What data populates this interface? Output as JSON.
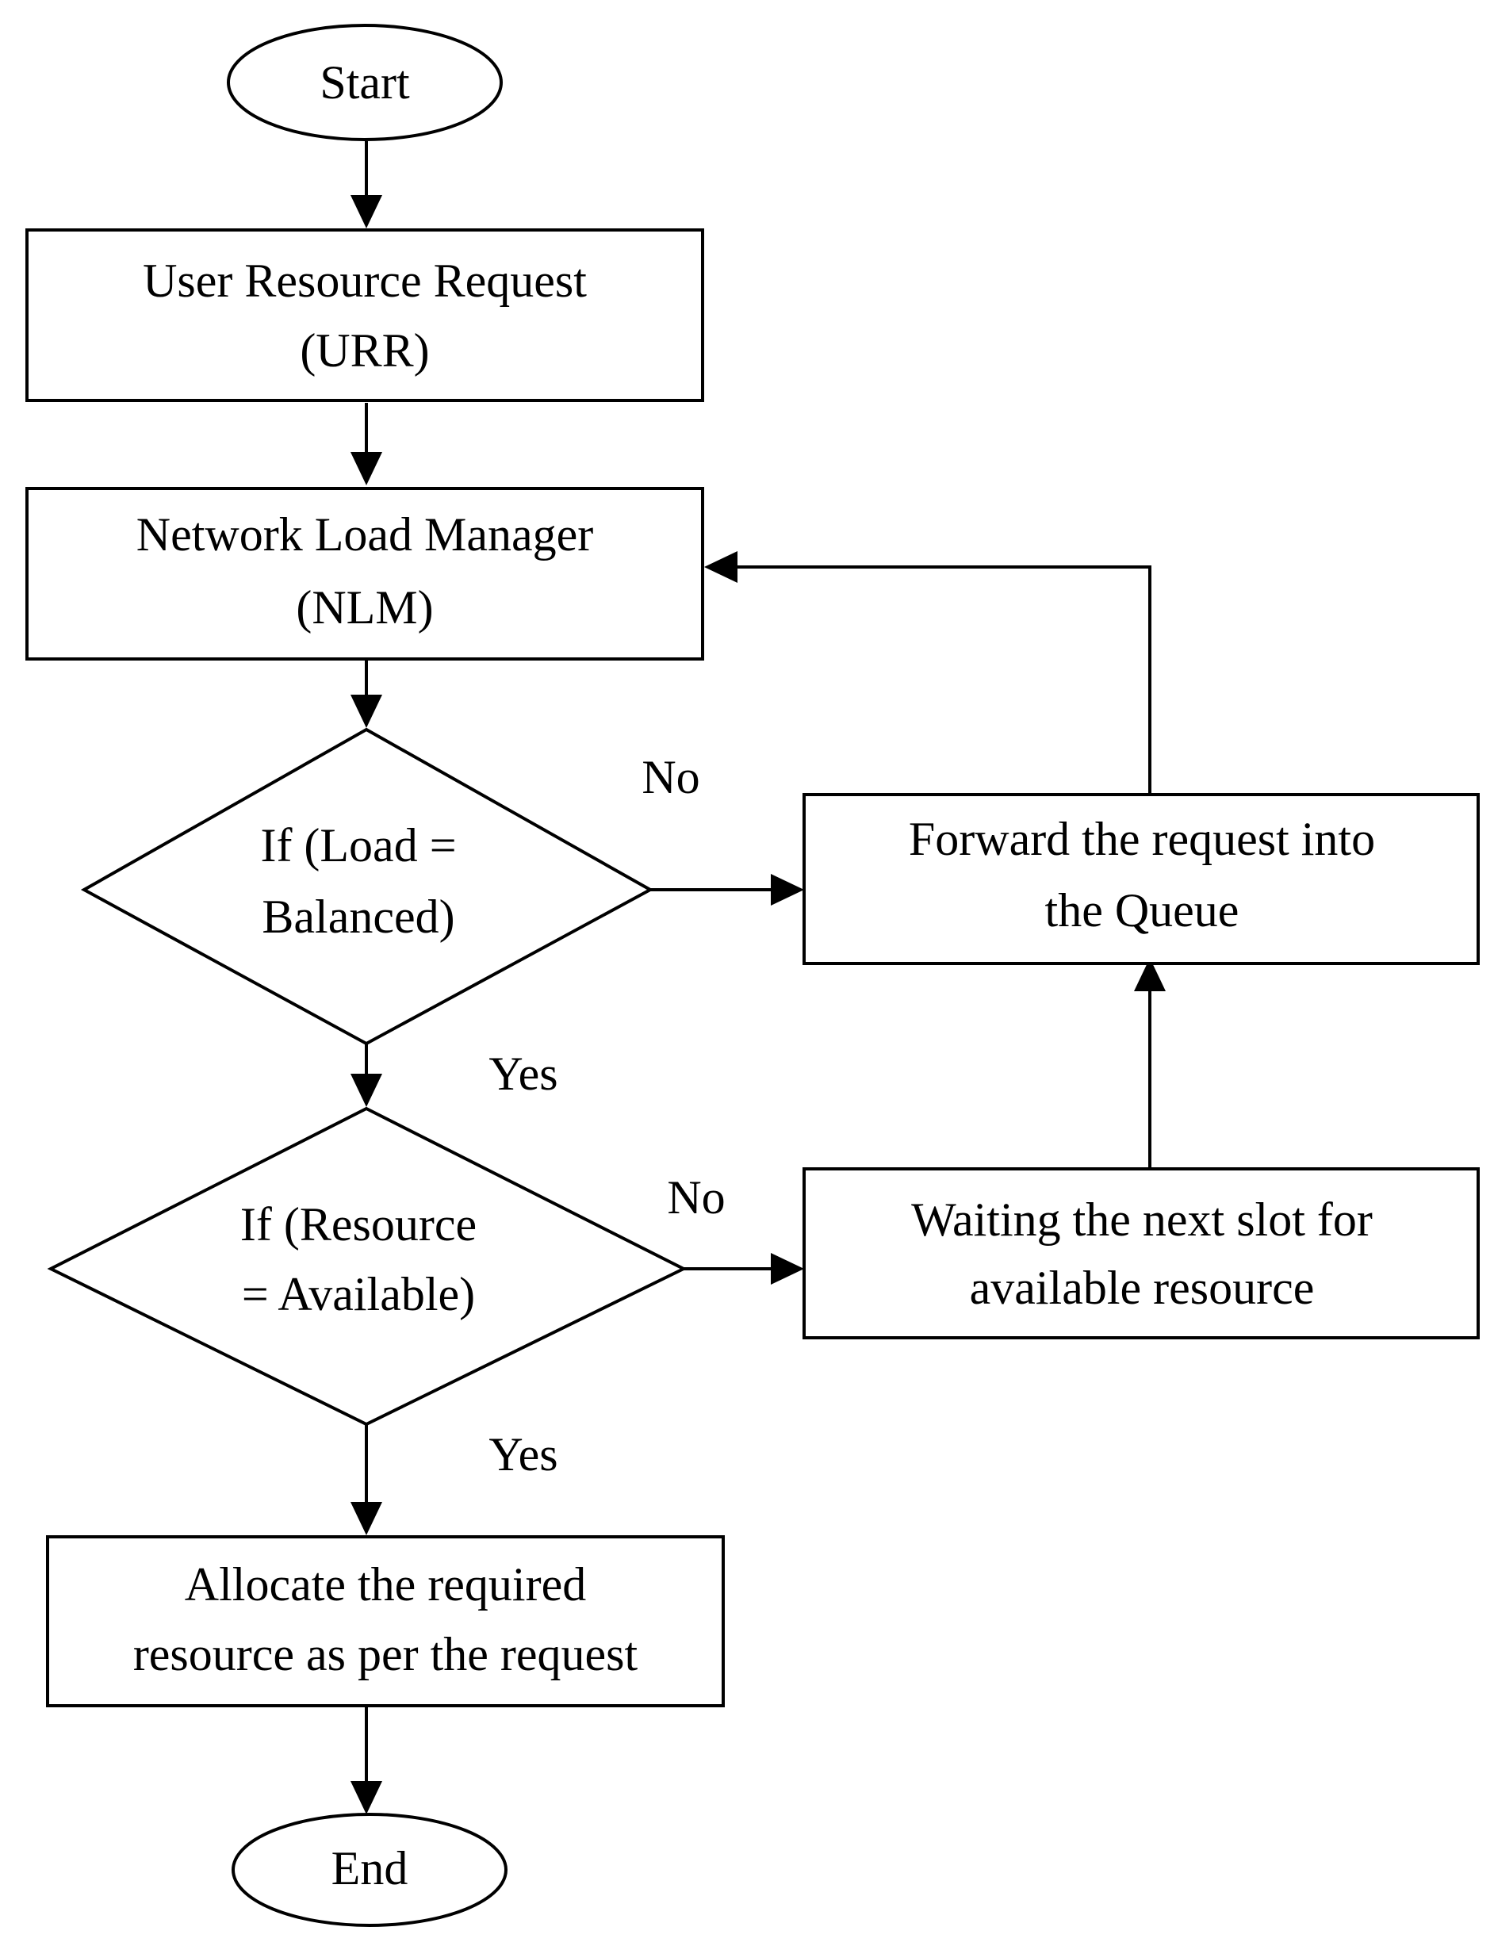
{
  "nodes": {
    "start": {
      "label": "Start"
    },
    "urr": {
      "line1": "User Resource Request",
      "line2": "(URR)"
    },
    "nlm": {
      "line1": "Network Load Manager",
      "line2": "(NLM)"
    },
    "load_decision": {
      "line1": "If (Load =",
      "line2": "Balanced)"
    },
    "resource_decision": {
      "line1": "If (Resource",
      "line2": "= Available)"
    },
    "queue": {
      "line1": "Forward the request into",
      "line2": "the Queue"
    },
    "wait": {
      "line1": "Waiting the next slot for",
      "line2": "available resource"
    },
    "allocate": {
      "line1": "Allocate the required",
      "line2": "resource as per the request"
    },
    "end": {
      "label": "End"
    }
  },
  "edge_labels": {
    "load_no": "No",
    "load_yes": "Yes",
    "resource_no": "No",
    "resource_yes": "Yes"
  },
  "colors": {
    "stroke": "#000000",
    "fill": "#ffffff",
    "text": "#000000"
  }
}
